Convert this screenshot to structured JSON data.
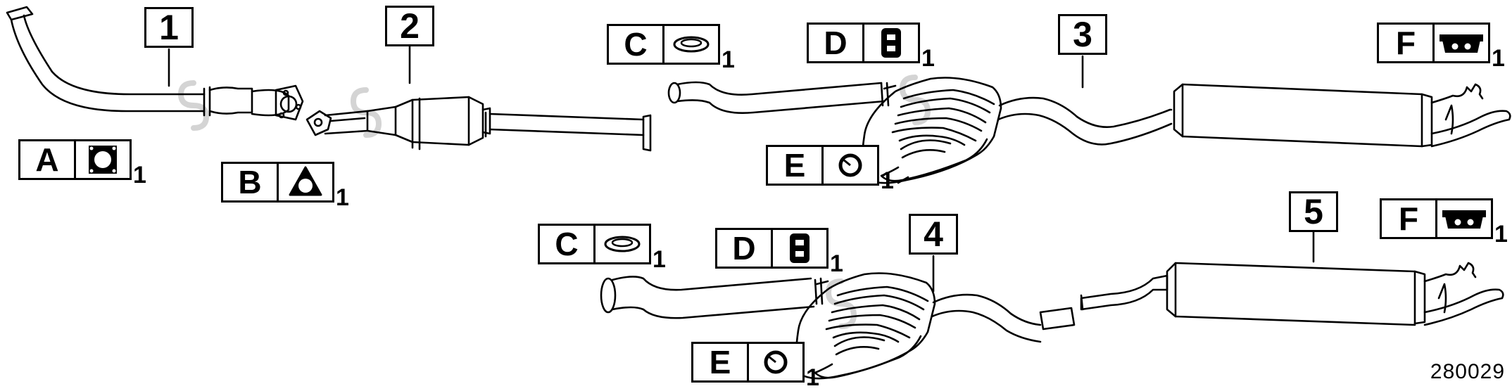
{
  "callouts": [
    "1",
    "2",
    "3",
    "4",
    "5"
  ],
  "kits": [
    {
      "letter": "A",
      "qty": "1",
      "icon": "square-gasket-icon"
    },
    {
      "letter": "B",
      "qty": "1",
      "icon": "triangle-gasket-icon"
    },
    {
      "letter": "C",
      "qty": "1",
      "icon": "sealing-ring-icon"
    },
    {
      "letter": "D",
      "qty": "1",
      "icon": "rubber-mount-icon"
    },
    {
      "letter": "E",
      "qty": "1",
      "icon": "clamp-ring-icon"
    },
    {
      "letter": "F",
      "qty": "1",
      "icon": "hanger-bracket-icon"
    },
    {
      "letter": "C",
      "qty": "1",
      "icon": "sealing-ring-icon"
    },
    {
      "letter": "D",
      "qty": "1",
      "icon": "rubber-mount-icon"
    },
    {
      "letter": "E",
      "qty": "1",
      "icon": "clamp-ring-icon"
    },
    {
      "letter": "F",
      "qty": "1",
      "icon": "hanger-bracket-icon"
    }
  ],
  "reference_number": "280029"
}
